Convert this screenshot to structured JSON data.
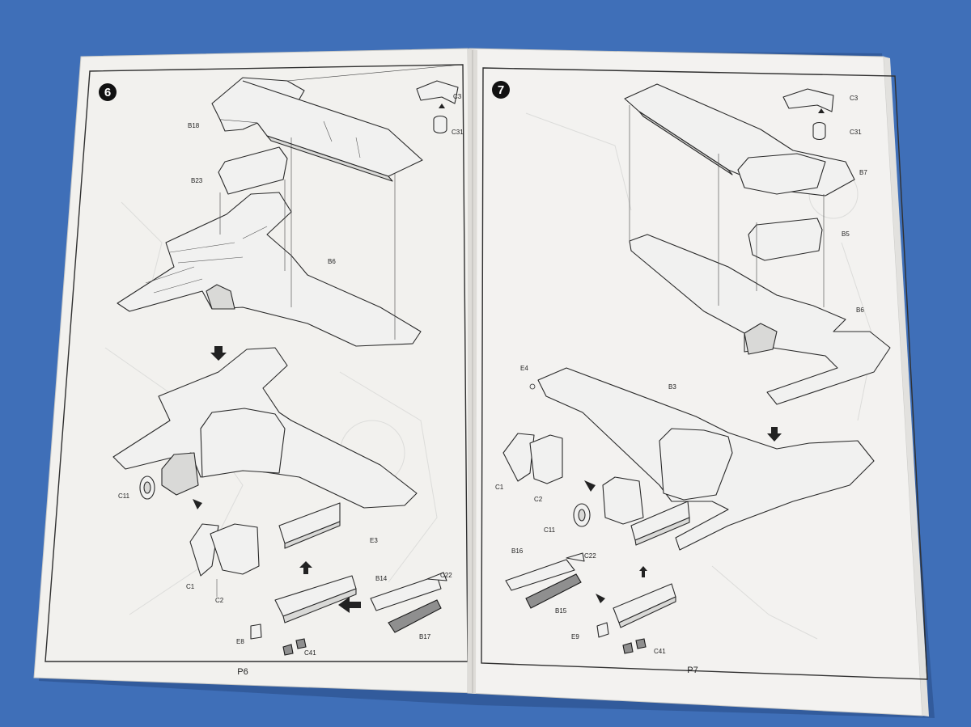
{
  "booklet": {
    "left_page": {
      "step_number": "6",
      "page_label": "P6",
      "parts": {
        "c3": "C3",
        "c31": "C31",
        "b18": "B18",
        "b23": "B23",
        "b6": "B6",
        "c11": "C11",
        "e3": "E3",
        "c1": "C1",
        "c2": "C2",
        "b14": "B14",
        "c22": "C22",
        "b17": "B17",
        "e8": "E8",
        "c41": "C41"
      }
    },
    "right_page": {
      "step_number": "7",
      "page_label": "P7",
      "parts": {
        "c3": "C3",
        "c31": "C31",
        "b7": "B7",
        "b5": "B5",
        "b6": "B6",
        "e4": "E4",
        "b3": "B3",
        "c1": "C1",
        "c2": "C2",
        "c11": "C11",
        "b16": "B16",
        "c22": "C22",
        "b15": "B15",
        "e9": "E9",
        "c41": "C41"
      }
    }
  },
  "colors": {
    "background": "#3f6fb8",
    "paper": "#f3f2f0",
    "ink": "#222222"
  }
}
